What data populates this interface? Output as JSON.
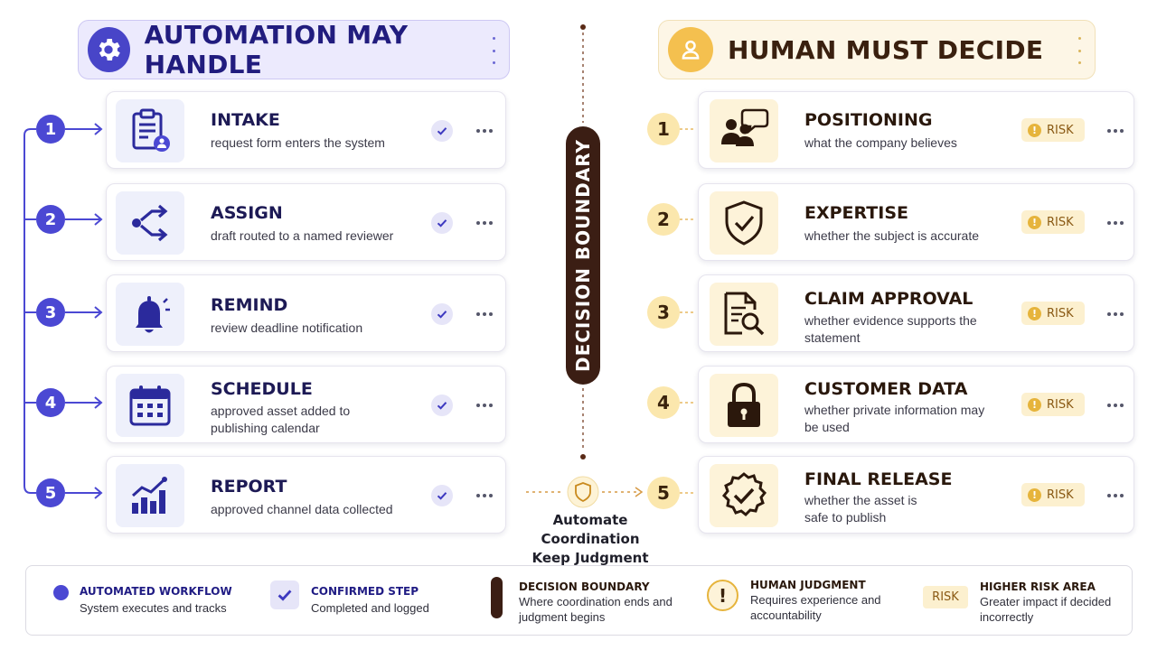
{
  "left_column": {
    "title": "AUTOMATION MAY HANDLE",
    "icon": "gear-icon",
    "steps": [
      {
        "number": "1",
        "title": "INTAKE",
        "description": "request form enters the system",
        "icon": "clipboard-user-icon"
      },
      {
        "number": "2",
        "title": "ASSIGN",
        "description": "draft routed to a named reviewer",
        "icon": "route-split-icon"
      },
      {
        "number": "3",
        "title": "REMIND",
        "description": "review deadline notification",
        "icon": "bell-icon"
      },
      {
        "number": "4",
        "title": "SCHEDULE",
        "description": "approved asset added to publishing calendar",
        "icon": "calendar-icon"
      },
      {
        "number": "5",
        "title": "REPORT",
        "description": "approved channel data collected",
        "icon": "bar-chart-trend-icon"
      }
    ]
  },
  "right_column": {
    "title": "HUMAN MUST DECIDE",
    "icon": "user-icon",
    "risk_label": "RISK",
    "steps": [
      {
        "number": "1",
        "title": "POSITIONING",
        "description": "what the company believes",
        "icon": "people-speech-icon"
      },
      {
        "number": "2",
        "title": "EXPERTISE",
        "description": "whether the subject is accurate",
        "icon": "shield-check-icon"
      },
      {
        "number": "3",
        "title": "CLAIM APPROVAL",
        "description": "whether evidence supports the statement",
        "icon": "document-search-icon"
      },
      {
        "number": "4",
        "title": "CUSTOMER DATA",
        "description": "whether private information may be used",
        "icon": "padlock-icon"
      },
      {
        "number": "5",
        "title": "FINAL RELEASE",
        "description": "whether the asset is safe to publish",
        "icon": "badge-check-icon"
      }
    ]
  },
  "boundary": {
    "label": "DECISION BOUNDARY",
    "motto_line1": "Automate Coordination",
    "motto_line2": "Keep Judgment Human"
  },
  "legend": [
    {
      "title": "AUTOMATED WORKFLOW",
      "description": "System executes and tracks",
      "icon": "blue-dot-icon"
    },
    {
      "title": "CONFIRMED STEP",
      "description": "Completed and logged",
      "icon": "check-icon"
    },
    {
      "title": "DECISION BOUNDARY",
      "description": "Where coordination ends and judgment begins",
      "icon": "boundary-bar-icon"
    },
    {
      "title": "HUMAN JUDGMENT",
      "description": "Requires experience and accountability",
      "icon": "exclamation-circle-icon"
    },
    {
      "title": "HIGHER RISK AREA",
      "description": "Greater impact if decided incorrectly",
      "icon": "risk-tag-icon",
      "tag": "RISK"
    }
  ],
  "colors": {
    "automation_accent": "#4b48d3",
    "human_accent": "#f4c04f",
    "boundary": "#3b1e14",
    "risk_background": "#fcf0cf"
  }
}
